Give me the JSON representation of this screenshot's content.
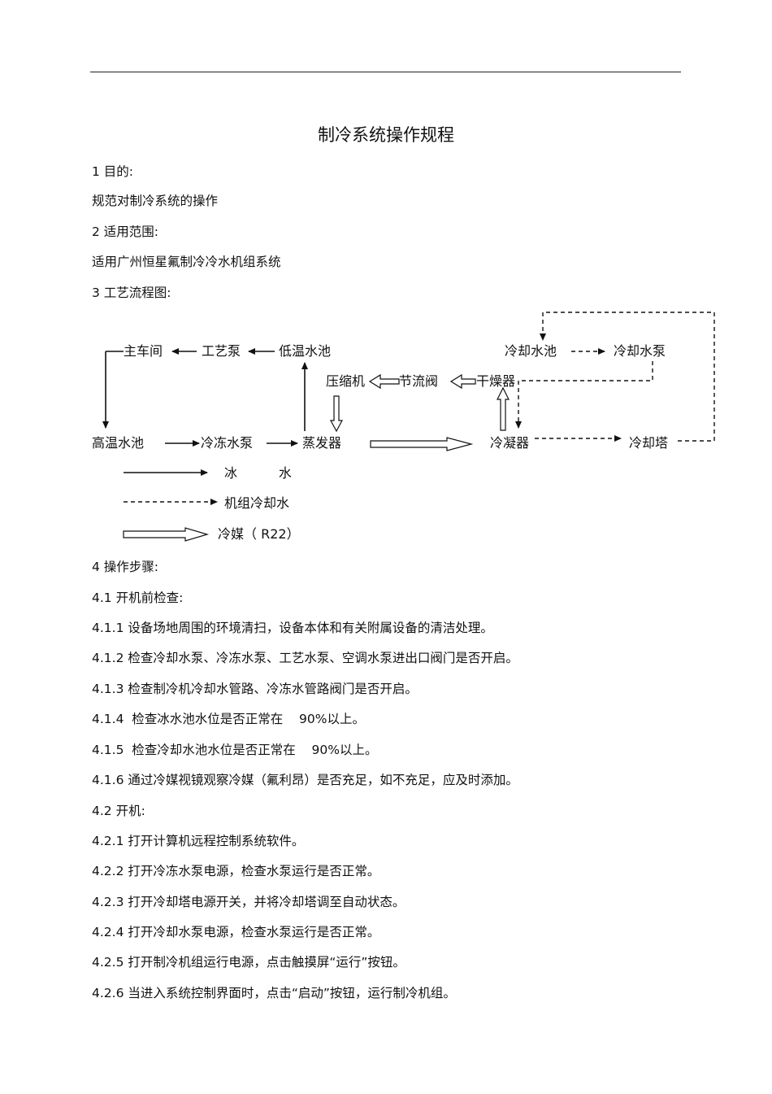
{
  "doc": {
    "title": "制冷系统操作规程",
    "lines": [
      "1 目的:",
      "规范对制冷系统的操作",
      "2 适用范围:",
      "适用广州恒星氟制冷冷水机组系统",
      "3 工艺流程图:"
    ],
    "steps": [
      "4 操作步骤:",
      "4.1 开机前检查:",
      "4.1.1  设备场地周围的环境清扫，设备本体和有关附属设备的清洁处理。",
      "4.1.2  检查冷却水泵、冷冻水泵、工艺水泵、空调水泵进出口阀门是否开启。",
      "4.1.3  检查制冷机冷却水管路、冷冻水管路阀门是否开启。",
      "4.1.4  检查冰水池水位是否正常在    90%以上。",
      "4.1.5  检查冷却水池水位是否正常在    90%以上。",
      "4.1.6  通过冷媒视镜观察冷媒（氟利昂）是否充足，如不充足，应及时添加。",
      "4.2 开机:",
      "4.2.1  打开计算机远程控制系统软件。",
      "4.2.2  打开冷冻水泵电源，检查水泵运行是否正常。",
      "4.2.3  打开冷却塔电源开关，并将冷却塔调至自动状态。",
      "4.2.4  打开冷却水泵电源，检查水泵运行是否正常。",
      "4.2.5  打开制冷机组运行电源，点击触摸屏“运行”按钮。",
      "4.2.6  当进入系统控制界面时，点击“启动”按钮，运行制冷机组。"
    ]
  },
  "diagram": {
    "nodes": {
      "main_workshop": "主车间",
      "process_pump": "工艺泵",
      "low_temp_pool": "低温水池",
      "high_temp_pool": "高温水池",
      "chilled_pump": "冷冻水泵",
      "evaporator": "蒸发器",
      "compressor": "压缩机",
      "throttle_valve": "节流阀",
      "dryer": "干燥器",
      "condenser": "冷凝器",
      "cooling_pool": "冷却水池",
      "cooling_pump": "冷却水泵",
      "cooling_tower": "冷却塔"
    },
    "legend": [
      {
        "style": "solid",
        "label": "冰          水"
      },
      {
        "style": "dashed",
        "label": "机组冷却水"
      },
      {
        "style": "hollow",
        "label": "冷媒（ R22）"
      }
    ]
  }
}
